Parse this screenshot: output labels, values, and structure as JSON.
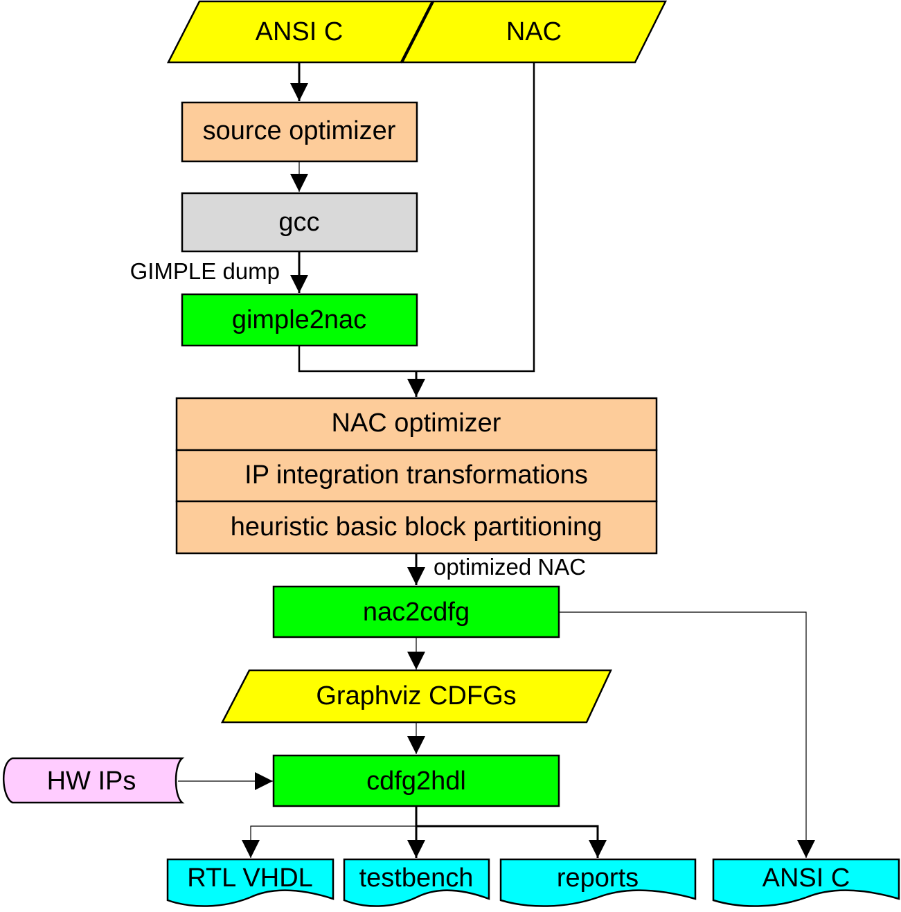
{
  "colors": {
    "input": "#ffff00",
    "optimizer": "#fdcc9a",
    "gcc": "#d9d9d9",
    "tool": "#00ff00",
    "output": "#00ffff",
    "hwip": "#ffccff",
    "line": "#000000"
  },
  "inputs": {
    "ansi_c": "ANSI C",
    "nac": "NAC"
  },
  "steps": {
    "source_optimizer": "source optimizer",
    "gcc": "gcc",
    "gimple2nac": "gimple2nac",
    "nac2cdfg": "nac2cdfg",
    "cdfg2hdl": "cdfg2hdl"
  },
  "nac_stack": {
    "optimizer": "NAC optimizer",
    "ip_integration": "IP integration transformations",
    "partitioning": "heuristic basic block partitioning"
  },
  "edge_labels": {
    "gimple_dump": "GIMPLE dump",
    "optimized_nac": "optimized NAC"
  },
  "intermediate": {
    "graphviz": "Graphviz CDFGs"
  },
  "hw_ips": "HW IPs",
  "outputs": {
    "rtl_vhdl": "RTL VHDL",
    "testbench": "testbench",
    "reports": "reports",
    "ansi_c": "ANSI C"
  }
}
